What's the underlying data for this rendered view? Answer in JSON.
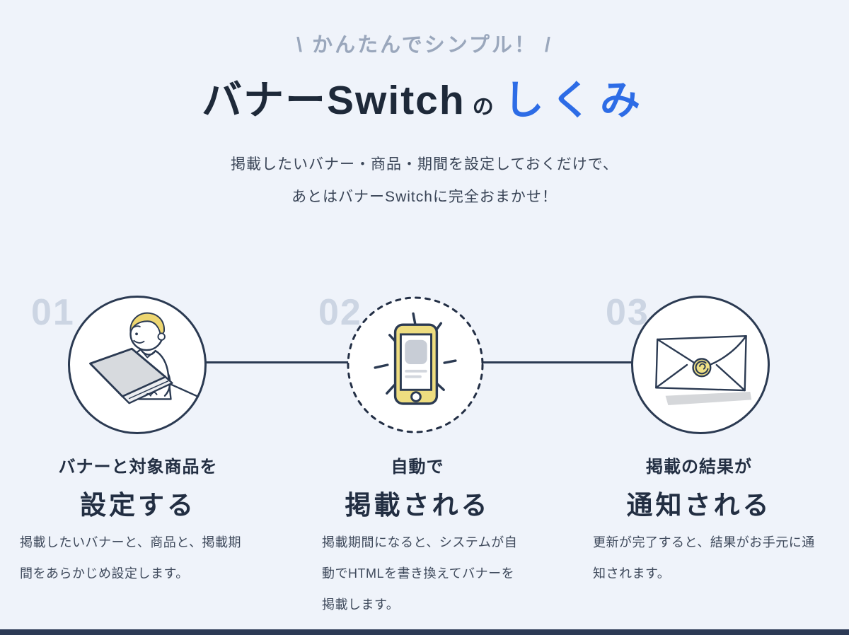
{
  "page": {
    "background_color": "#eff3fa",
    "accent_blue": "#2d6ce6",
    "dark_navy": "#2b3a52",
    "footer_bar_color": "#2c3a55"
  },
  "header": {
    "tagline": "\\ かんたんでシンプル！ /",
    "title_main": "バナーSwitch",
    "title_particle": "の",
    "title_highlight": "しくみ",
    "subtitle_line1": "掲載したいバナー・商品・期間を設定しておくだけで、",
    "subtitle_line2": "あとはバナーSwitchに完全おまかせ！"
  },
  "steps": [
    {
      "number": "01",
      "icon": "person-at-laptop",
      "title_small": "バナーと対象商品を",
      "title_large": "設定する",
      "description_lines": [
        "掲載したいバナーと、商品と、掲載期",
        "間をあらかじめ設定します。"
      ]
    },
    {
      "number": "02",
      "icon": "smartphone-shining",
      "title_small": "自動で",
      "title_large": "掲載される",
      "description_lines": [
        "掲載期間になると、システムが自",
        "動でHTMLを書き換えてバナーを",
        "掲載します。"
      ]
    },
    {
      "number": "03",
      "icon": "envelope-sealed",
      "title_small": "掲載の結果が",
      "title_large": "通知される",
      "description_lines": [
        "更新が完了すると、結果がお手元に通",
        "知されます。"
      ]
    }
  ]
}
